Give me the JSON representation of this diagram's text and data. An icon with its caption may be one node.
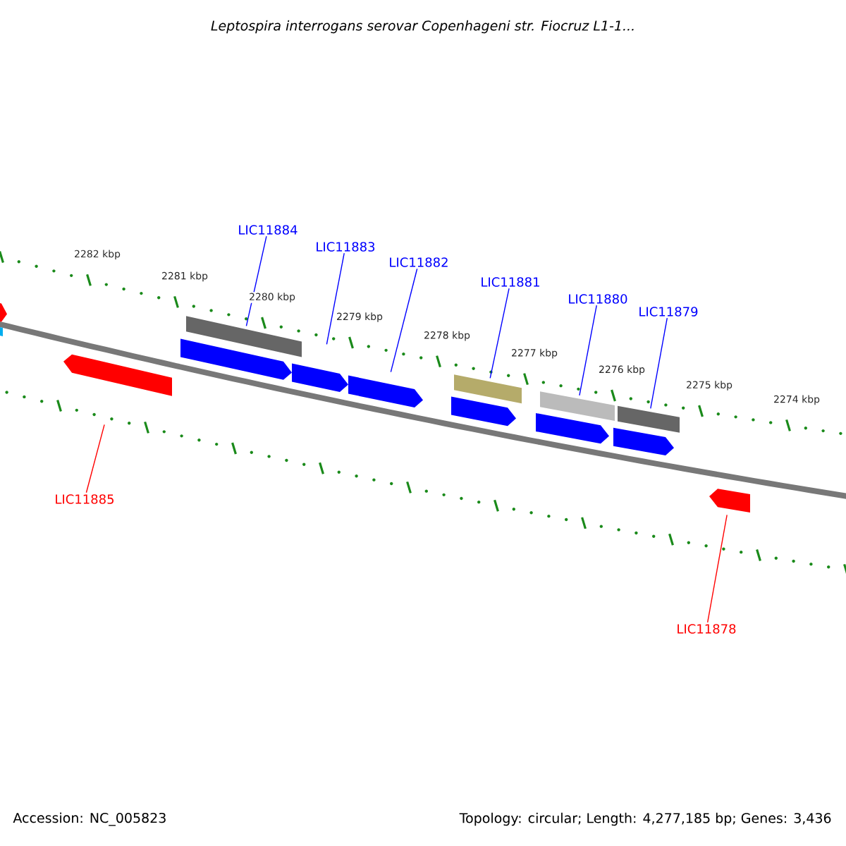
{
  "diagram": {
    "title": "Leptospira interrogans serovar Copenhageni str. Fiocruz L1-1...",
    "nodes": [
      {
        "text": [
          "LIC11884"
        ]
      },
      {
        "text": [
          "LIC11883"
        ]
      },
      {
        "text": [
          "LIC11882"
        ]
      },
      {
        "text": [
          "LIC11881"
        ]
      },
      {
        "text": [
          "LIC11880"
        ]
      },
      {
        "text": [
          "LIC11879"
        ]
      },
      {
        "text": [
          "LIC11885"
        ]
      },
      {
        "text": [
          "LIC11878"
        ]
      },
      {
        "text": [],
        "shape": "pentagon"
      },
      {
        "text": [],
        "shape": "pentagon"
      },
      {
        "text": [],
        "shape": "pentagon"
      },
      {
        "text": [],
        "shape": "pentagon"
      },
      {
        "text": [],
        "shape": "pentagon"
      },
      {
        "text": [],
        "shape": "pentagon"
      },
      {
        "text": [],
        "shape": "pentagon"
      },
      {
        "text": [],
        "shape": "pentagon"
      },
      {
        "text": [],
        "shape": "bar"
      },
      {
        "text": [],
        "shape": "bar"
      },
      {
        "text": [],
        "shape": "bar"
      },
      {
        "text": [],
        "shape": "bar"
      }
    ],
    "edges": [
      {
        "from": 0,
        "to": 16,
        "arrow": "none"
      },
      {
        "from": 1,
        "to": 9,
        "arrow": "none"
      },
      {
        "from": 2,
        "to": 10,
        "arrow": "none"
      },
      {
        "from": 3,
        "to": 17,
        "arrow": "none"
      },
      {
        "from": 4,
        "to": 18,
        "arrow": "none"
      },
      {
        "from": 5,
        "to": 19,
        "arrow": "none"
      },
      {
        "from": 6,
        "to": 14,
        "arrow": "none",
        "color": "#ff0000"
      },
      {
        "from": 7,
        "to": 15,
        "arrow": "none",
        "color": "#ff0000"
      }
    ],
    "labels": [
      "2282 kbp",
      "2281 kbp",
      "2280 kbp",
      "2279 kbp",
      "2278 kbp",
      "2277 kbp",
      "2276 kbp",
      "2275 kbp",
      "2274 kbp",
      "Accession: NC_005823",
      "Topology: circular; Length: 4,277,185 bp; Genes: 3,436"
    ]
  }
}
